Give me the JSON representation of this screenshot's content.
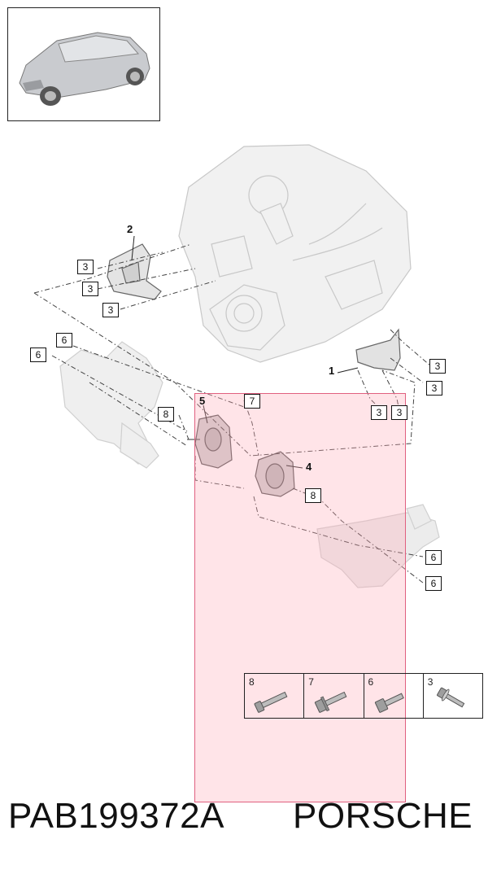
{
  "diagram": {
    "callouts": {
      "c_1": "1",
      "c_2": "2",
      "c_4": "4",
      "c_5": "5",
      "c_3a": "3",
      "c_3b": "3",
      "c_3c": "3",
      "c_3d": "3",
      "c_3e": "3",
      "c_3f": "3",
      "c_3g": "3",
      "c_6a": "6",
      "c_6b": "6",
      "c_6c": "6",
      "c_6d": "6",
      "c_7": "7",
      "c_8a": "8",
      "c_8b": "8"
    },
    "legend": [
      {
        "num": "8",
        "icon": "bolt-long-icon"
      },
      {
        "num": "7",
        "icon": "bolt-flange-icon"
      },
      {
        "num": "6",
        "icon": "bolt-short-icon"
      },
      {
        "num": "3",
        "icon": "screw-washer-icon"
      }
    ],
    "highlight_color": "#ffaab9"
  },
  "footer": {
    "code": "PAB199372A",
    "brand": "PORSCHE"
  }
}
